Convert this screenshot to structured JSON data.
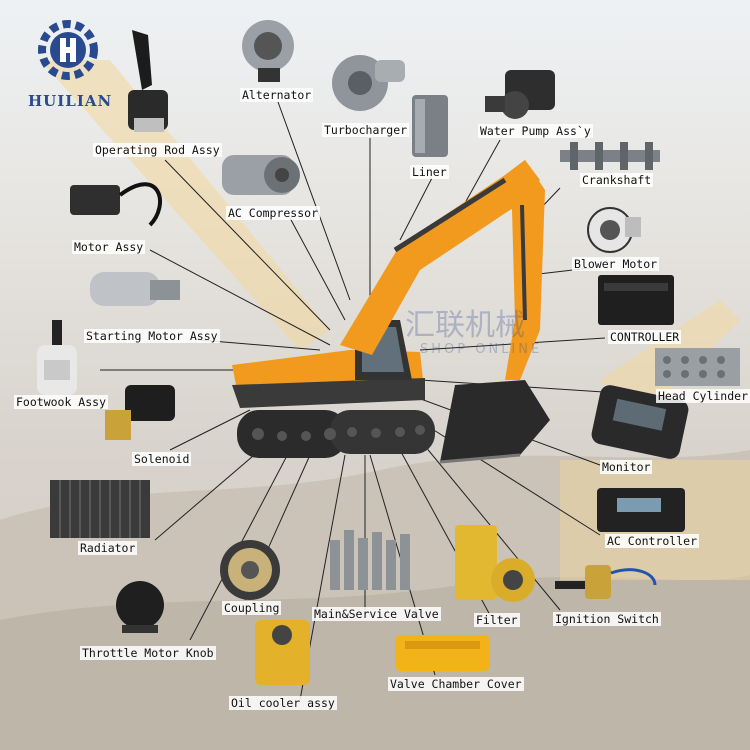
{
  "brand": {
    "name": "HUILIAN",
    "accent": "#2a4a8f"
  },
  "watermark": {
    "text_cn": "汇联机械",
    "text_en": "SHOP ONLINE"
  },
  "labels": {
    "operating_rod": "Operating Rod Assy",
    "alternator": "Alternator",
    "turbocharger": "Turbocharger",
    "water_pump": "Water Pump Ass`y",
    "liner": "Liner",
    "crankshaft": "Crankshaft",
    "ac_compressor": "AC Compressor",
    "motor_assy": "Motor Assy",
    "blower_motor": "Blower Motor",
    "starting_motor": "Starting Motor Assy",
    "controller": "CONTROLLER",
    "footwook": "Footwook Assy",
    "head_cylinder": "Head Cylinder",
    "solenoid": "Solenoid",
    "monitor": "Monitor",
    "radiator": "Radiator",
    "ac_controller": "AC Controller",
    "coupling": "Coupling",
    "main_valve": "Main&Service Valve",
    "filter": "Filter",
    "ignition": "Ignition Switch",
    "throttle": "Throttle Motor Knob",
    "oil_cooler": "Oil cooler assy",
    "valve_cover": "Valve Chamber Cover"
  },
  "colors": {
    "excavator": "#f29a1e",
    "track": "#2b2b2b",
    "line": "#222222"
  }
}
